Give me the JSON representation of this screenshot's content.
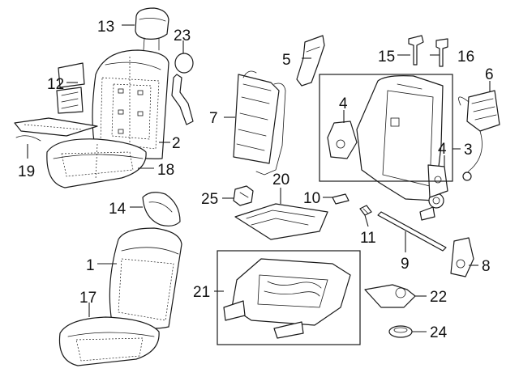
{
  "diagram": {
    "callouts": [
      {
        "id": "c1",
        "label": "1"
      },
      {
        "id": "c2",
        "label": "2"
      },
      {
        "id": "c3",
        "label": "3"
      },
      {
        "id": "c4a",
        "label": "4"
      },
      {
        "id": "c4b",
        "label": "4"
      },
      {
        "id": "c5",
        "label": "5"
      },
      {
        "id": "c6",
        "label": "6"
      },
      {
        "id": "c7",
        "label": "7"
      },
      {
        "id": "c8",
        "label": "8"
      },
      {
        "id": "c9",
        "label": "9"
      },
      {
        "id": "c10",
        "label": "10"
      },
      {
        "id": "c11",
        "label": "11"
      },
      {
        "id": "c12",
        "label": "12"
      },
      {
        "id": "c13",
        "label": "13"
      },
      {
        "id": "c14",
        "label": "14"
      },
      {
        "id": "c15",
        "label": "15"
      },
      {
        "id": "c16",
        "label": "16"
      },
      {
        "id": "c17",
        "label": "17"
      },
      {
        "id": "c18",
        "label": "18"
      },
      {
        "id": "c19",
        "label": "19"
      },
      {
        "id": "c20",
        "label": "20"
      },
      {
        "id": "c21",
        "label": "21"
      },
      {
        "id": "c22",
        "label": "22"
      },
      {
        "id": "c23",
        "label": "23"
      },
      {
        "id": "c24",
        "label": "24"
      },
      {
        "id": "c25",
        "label": "25"
      }
    ]
  }
}
